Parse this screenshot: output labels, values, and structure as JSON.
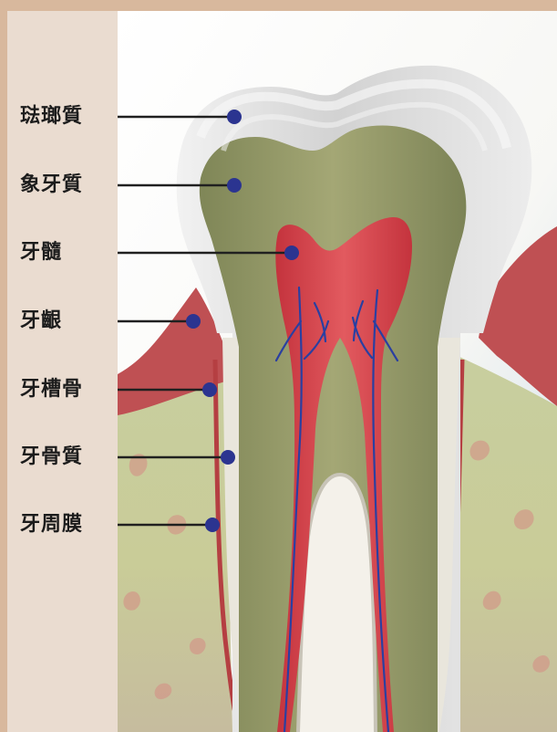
{
  "labels": [
    "琺瑯質",
    "象牙質",
    "牙髓",
    "牙齦",
    "牙槽骨",
    "牙骨質",
    "牙周膜"
  ],
  "colors": {
    "background": "#d8b89d",
    "label_panel": "#eadcd0",
    "leader_line": "#202020",
    "marker_dot": "#2b3490",
    "enamel": "#d9d9d9",
    "dentin": "#8d9364",
    "pulp": "#d8444c",
    "gum": "#b94648",
    "bone": "#c7cc98"
  },
  "icons": {
    "marker": "dot-marker",
    "line": "leader-line"
  }
}
